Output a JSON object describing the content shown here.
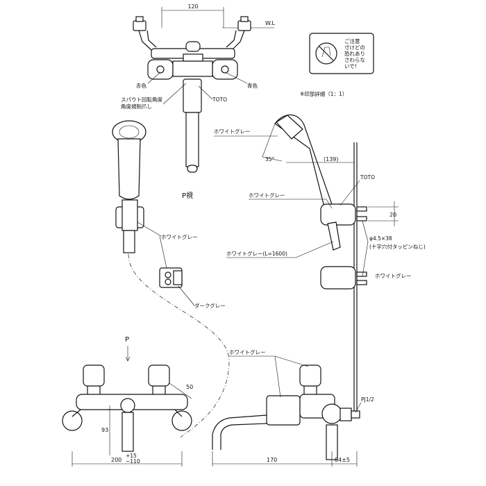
{
  "labels": {
    "dim_top_width": "120",
    "wl": "W.L",
    "red_color": "赤色",
    "blue_color": "青色",
    "spout_rotation_stopper_line1": "スパウト回転角度",
    "spout_rotation_stopper_line2": "角度規制爪し",
    "toto_top": "TOTO",
    "stamp_detail": "※印部詳細（1：1）",
    "p_view": "P視",
    "white_gray_handle": "ホワイトグレー",
    "white_gray_hanger_top": "ホワイトグレー",
    "toto_side": "TOTO",
    "white_gray_hose_left": "ホワイトグレー",
    "white_gray_hose_length": "ホワイトグレー(L=1600)",
    "white_gray_hanger_right": "ホワイトグレー",
    "dark_gray": "ダークグレー",
    "white_gray_body": "ホワイトグレー",
    "angle_35": "35°",
    "dim_139": "(139)",
    "dim_20": "20",
    "screw_spec": "φ4.5×38",
    "screw_note": "(十字穴付タッピンねじ)",
    "p_arrow": "P",
    "dim_50": "50",
    "dim_93": "93",
    "dim_200": "200",
    "tol_200_plus": "+15",
    "tol_200_minus": "−110",
    "dim_170": "170",
    "dim_84": "84±5",
    "pj": "PJ1/2",
    "warning_text_1": "ご注意",
    "warning_text_2": "寸けどの",
    "warning_text_3": "恐れあり",
    "warning_text_4": "さわらな",
    "warning_text_5": "いで!"
  }
}
